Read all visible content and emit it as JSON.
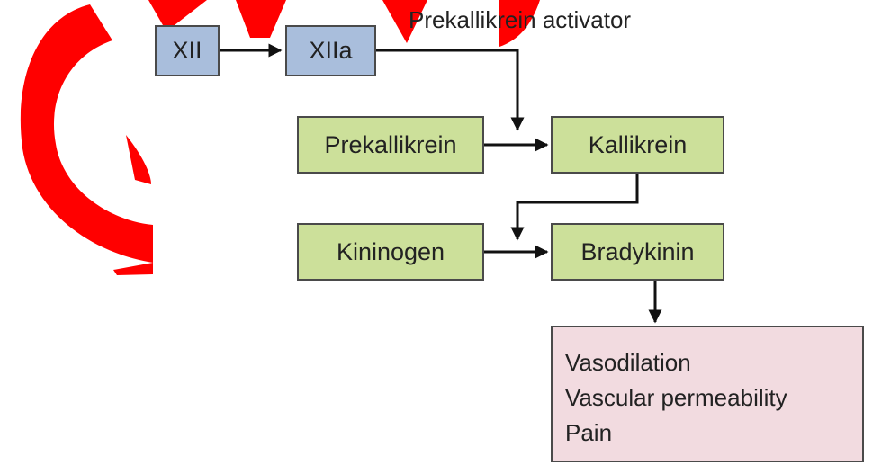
{
  "diagram": {
    "nodes": {
      "xii": "XII",
      "xiia": "XIIa",
      "prekallikrein": "Prekallikrein",
      "kallikrein": "Kallikrein",
      "kininogen": "Kininogen",
      "bradykinin": "Bradykinin"
    },
    "edge_labels": {
      "prekallikrein_activator": "Prekallikrein activator"
    },
    "outcomes": [
      "Vasodilation",
      "Vascular permeability",
      "Pain"
    ],
    "colors": {
      "factor_box": "#a9bedc",
      "pathway_box": "#cce09a",
      "outcome_box": "#f2dbe0",
      "stamp_mark": "#ff0000",
      "arrow": "#111111"
    }
  }
}
